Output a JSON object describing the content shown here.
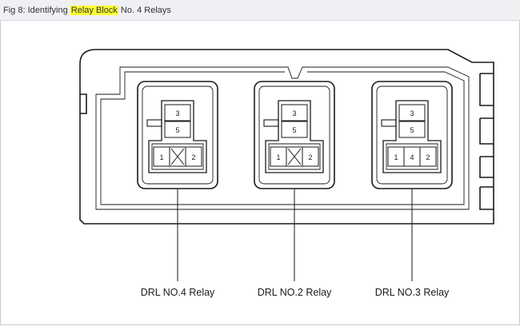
{
  "caption": {
    "prefix": "Fig 8: Identifying ",
    "highlight": "Relay Block",
    "suffix": " No. 4 Relays",
    "highlight_color": "#ffff33"
  },
  "relays": [
    {
      "label": "DRL NO.4 Relay",
      "top_pins": [
        "3",
        "5"
      ],
      "bottom_pins": [
        "1",
        "X",
        "2"
      ]
    },
    {
      "label": "DRL NO.2 Relay",
      "top_pins": [
        "3",
        "5"
      ],
      "bottom_pins": [
        "1",
        "X",
        "2"
      ]
    },
    {
      "label": "DRL NO.3 Relay",
      "top_pins": [
        "3",
        "5"
      ],
      "bottom_pins": [
        "1",
        "4",
        "2"
      ]
    }
  ]
}
